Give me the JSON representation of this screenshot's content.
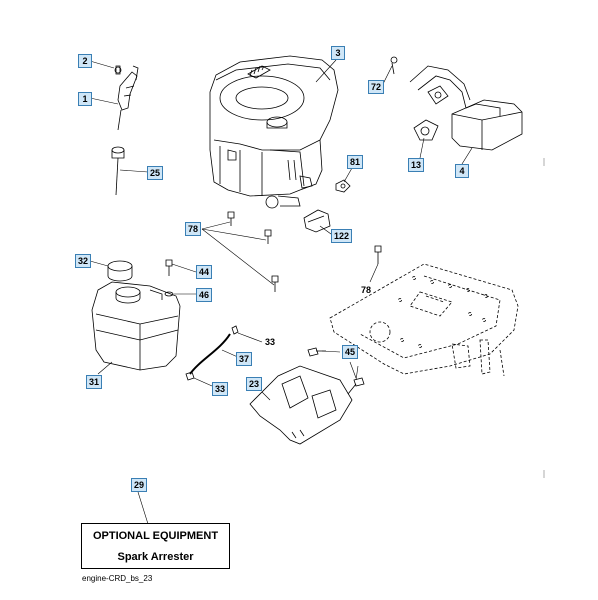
{
  "callouts": {
    "c1": "1",
    "c2": "2",
    "c3": "3",
    "c4": "4",
    "c13": "13",
    "c23": "23",
    "c25": "25",
    "c29": "29",
    "c31": "31",
    "c32": "32",
    "c33b": "33",
    "c37": "37",
    "c44": "44",
    "c45": "45",
    "c46": "46",
    "c72": "72",
    "c78": "78",
    "c81": "81",
    "c122": "122"
  },
  "plain_labels": {
    "p33": "33",
    "p78": "78"
  },
  "optional_box": {
    "title": "OPTIONAL EQUIPMENT",
    "subtitle": "Spark Arrester"
  },
  "caption": "engine-CRD_bs_23"
}
